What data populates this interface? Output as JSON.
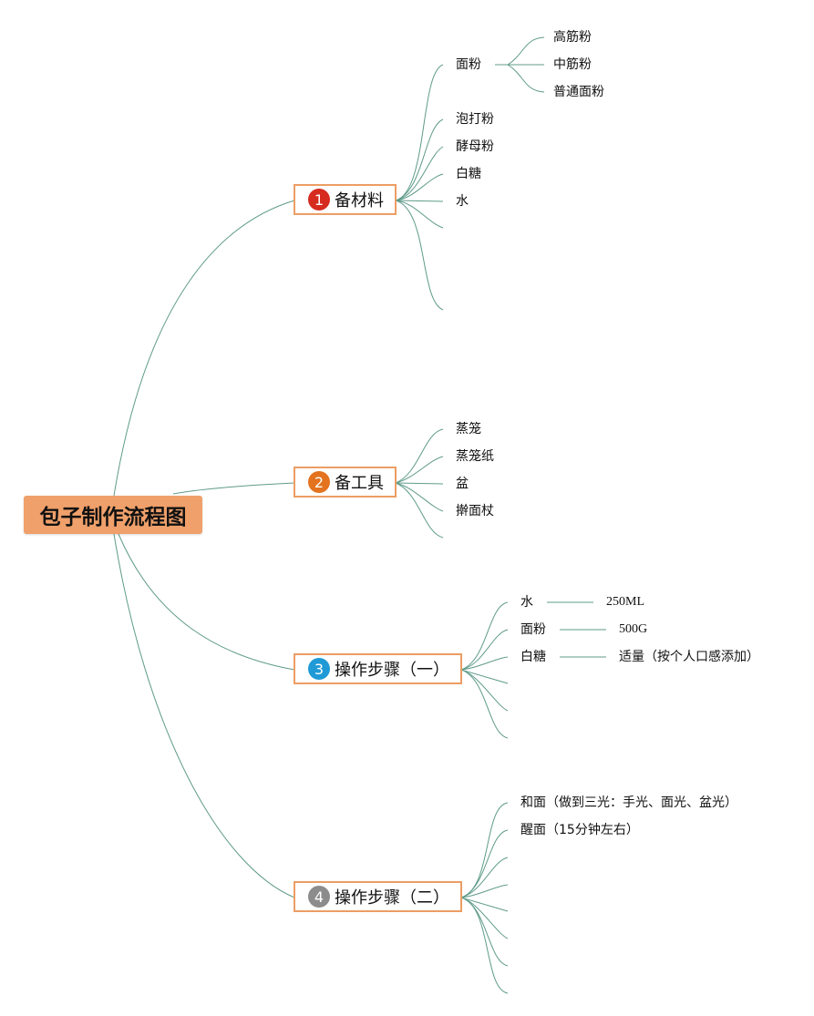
{
  "root": {
    "title": "包子制作流程图"
  },
  "branches": [
    {
      "number": "1",
      "label": "备材料",
      "badge_color": "#d62b1f",
      "items": [
        "面粉",
        "泡打粉",
        "酵母粉",
        "白糖",
        "水"
      ],
      "flour_types": [
        "高筋粉",
        "中筋粉",
        "普通面粉"
      ]
    },
    {
      "number": "2",
      "label": "备工具",
      "badge_color": "#e3731f",
      "items": [
        "蒸笼",
        "蒸笼纸",
        "盆",
        "擀面杖"
      ]
    },
    {
      "number": "3",
      "label": "操作步骤（一）",
      "badge_color": "#1f9ad6",
      "items": [
        "水",
        "面粉",
        "白糖"
      ],
      "values": [
        "250ML",
        "500G",
        "适量（按个人口感添加）"
      ]
    },
    {
      "number": "4",
      "label": "操作步骤（二）",
      "badge_color": "#8c8c8c",
      "items": [
        "和面（做到三光：手光、面光、盆光）",
        "醒面（15分钟左右）"
      ]
    }
  ],
  "colors": {
    "connector": "#5f9b8a",
    "root_fill": "#f0a06a",
    "branch_border": "#ec9d64"
  }
}
